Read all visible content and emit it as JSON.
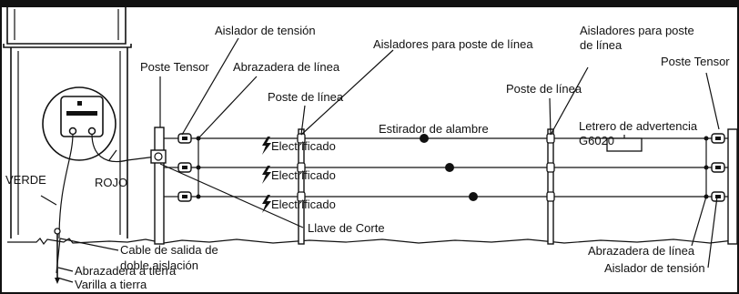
{
  "labels": {
    "aislador_tension_top": "Aislador de tensión",
    "aisladores_poste_linea_1": "Aisladores para poste de línea",
    "aisladores_poste_linea_2_line1": "Aisladores para poste",
    "aisladores_poste_linea_2_line2": "de línea",
    "poste_tensor_left": "Poste Tensor",
    "poste_tensor_right": "Poste Tensor",
    "abrazadera_linea_top": "Abrazadera de línea",
    "poste_linea_1": "Poste de línea",
    "poste_linea_2": "Poste de línea",
    "estirador": "Estirador de alambre",
    "letrero_line1": "Letrero de advertencia",
    "letrero_line2": "G6020",
    "electrificado_1": "Electrificado",
    "electrificado_2": "Electrificado",
    "electrificado_3": "Electrificado",
    "verde": "VERDE",
    "rojo": "ROJO",
    "llave_corte": "Llave de Corte",
    "cable_salida_line1": "Cable de salida de",
    "cable_salida_line2": "doble aislación",
    "abrazadera_tierra": "Abrazadera a tierra",
    "varilla_tierra": "Varilla a tierra",
    "abrazadera_linea_bottom": "Abrazadera de línea",
    "aislador_tension_bottom": "Aislador de tensión"
  },
  "icons": {
    "lightning": "lightning-bolt-icon"
  },
  "colors": {
    "stroke": "#111111",
    "background": "#ffffff",
    "top_band": "#111111"
  }
}
